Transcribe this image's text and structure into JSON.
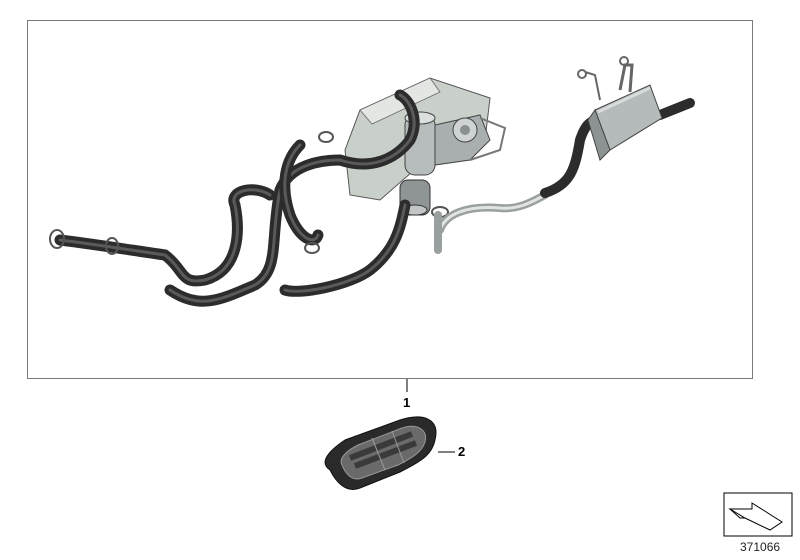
{
  "callouts": {
    "heater_kit": "1",
    "remote_key": "2"
  },
  "catalog_number": "371066",
  "icons": {
    "heater_assembly": "parking-heater-assembly-icon",
    "remote": "remote-control-key-icon",
    "corner_badge": "corner-arrow-badge-icon"
  }
}
